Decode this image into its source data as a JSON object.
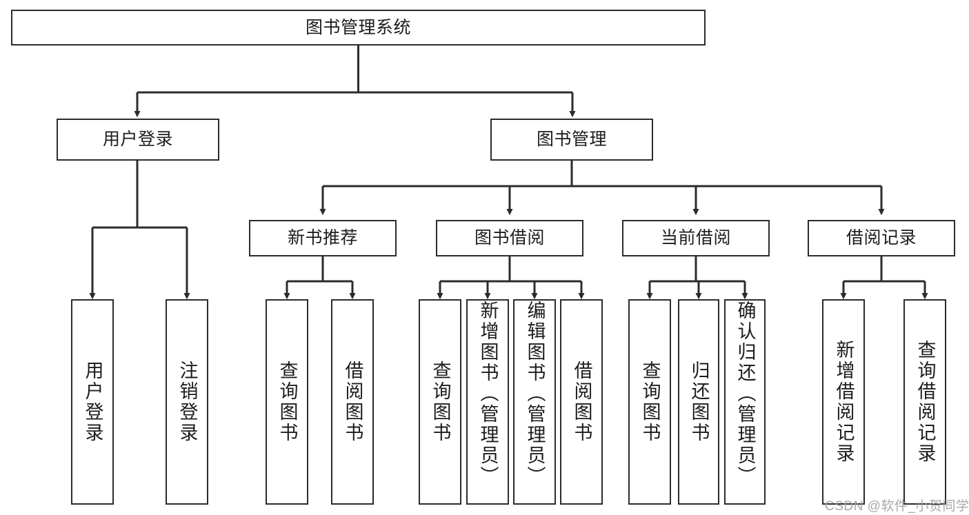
{
  "diagram": {
    "title": "图书管理系统",
    "type": "hierarchy-tree",
    "levels": 4,
    "root": {
      "id": "root",
      "label": "图书管理系统"
    },
    "level2": [
      {
        "id": "user-login",
        "label": "用户登录"
      },
      {
        "id": "book-manage",
        "label": "图书管理"
      }
    ],
    "level3": [
      {
        "id": "new-book-rec",
        "label": "新书推荐",
        "parent": "book-manage"
      },
      {
        "id": "book-borrow",
        "label": "图书借阅",
        "parent": "book-manage"
      },
      {
        "id": "current-borrow",
        "label": "当前借阅",
        "parent": "book-manage"
      },
      {
        "id": "borrow-record",
        "label": "借阅记录",
        "parent": "book-manage"
      }
    ],
    "leaves": [
      {
        "id": "leaf-user-login",
        "label": "用户登录",
        "parent": "user-login",
        "align": "middle"
      },
      {
        "id": "leaf-logout",
        "label": "注销登录",
        "parent": "user-login",
        "align": "middle"
      },
      {
        "id": "leaf-query-book-1",
        "label": "查询图书",
        "parent": "new-book-rec",
        "align": "middle"
      },
      {
        "id": "leaf-borrow-book-1",
        "label": "借阅图书",
        "parent": "new-book-rec",
        "align": "middle"
      },
      {
        "id": "leaf-query-book-2",
        "label": "查询图书",
        "parent": "book-borrow",
        "align": "middle"
      },
      {
        "id": "leaf-add-book",
        "label": "新增图书（管理员）",
        "parent": "book-borrow",
        "align": "top"
      },
      {
        "id": "leaf-edit-book",
        "label": "编辑图书（管理员）",
        "parent": "book-borrow",
        "align": "top"
      },
      {
        "id": "leaf-borrow-book-2",
        "label": "借阅图书",
        "parent": "book-borrow",
        "align": "middle"
      },
      {
        "id": "leaf-query-book-3",
        "label": "查询图书",
        "parent": "current-borrow",
        "align": "middle"
      },
      {
        "id": "leaf-return-book",
        "label": "归还图书",
        "parent": "current-borrow",
        "align": "middle"
      },
      {
        "id": "leaf-confirm-return",
        "label": "确认归还（管理员）",
        "parent": "current-borrow",
        "align": "top"
      },
      {
        "id": "leaf-add-record",
        "label": "新增借阅记录",
        "parent": "borrow-record",
        "align": "middle"
      },
      {
        "id": "leaf-query-record",
        "label": "查询借阅记录",
        "parent": "borrow-record",
        "align": "middle"
      }
    ],
    "watermark": "CSDN @软件_小贺同学",
    "colors": {
      "stroke": "#2b2b2b",
      "fill": "#ffffff",
      "text": "#1c1c1c",
      "watermark": "#a8a8a8"
    }
  }
}
